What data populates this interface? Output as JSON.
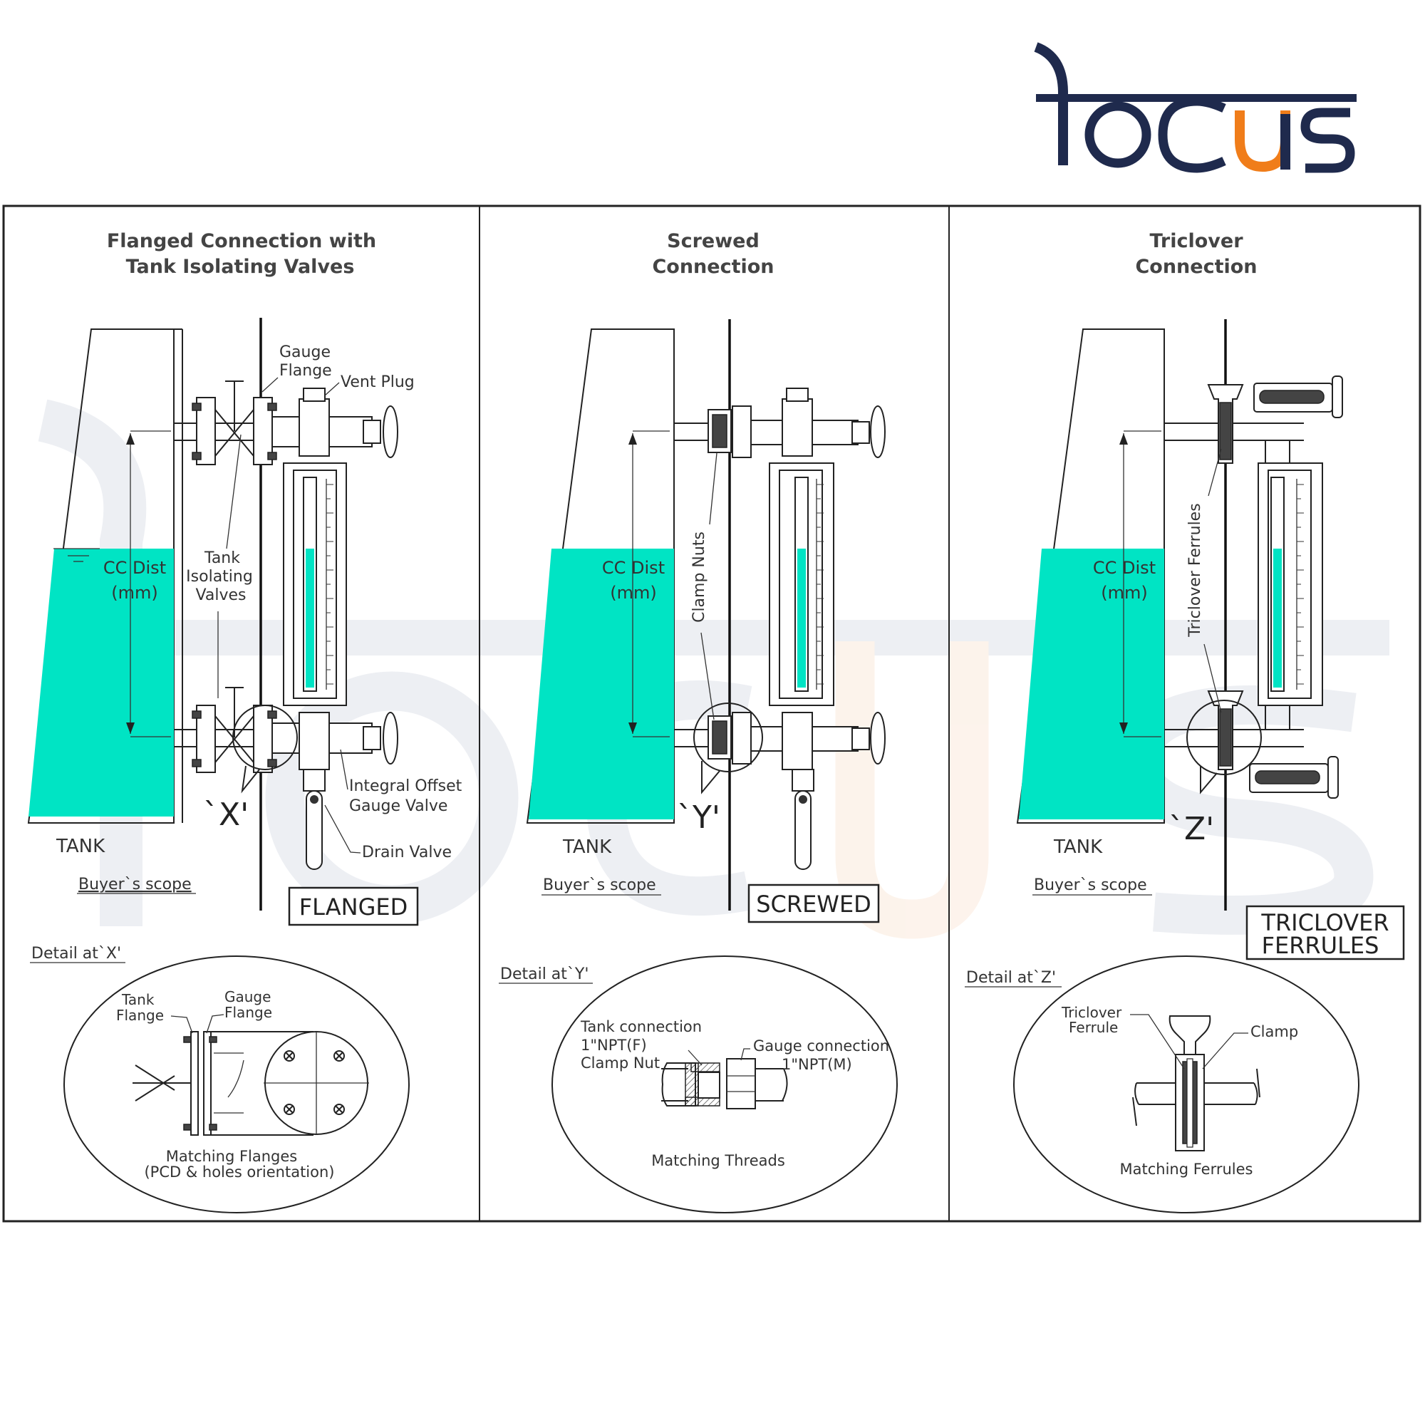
{
  "brand": {
    "logo_text": "locus",
    "navy": "#1f2a4d",
    "orange": "#f07d1a"
  },
  "colors": {
    "liquid": "#00e4c4",
    "line": "#222222",
    "watermark": "#dfe2ea"
  },
  "panels": [
    {
      "title_line1": "Flanged Connection with",
      "title_line2": "Tank Isolating Valves",
      "tank_label": "TANK",
      "buyer_scope": "Buyer`s scope",
      "cc_dist_1": "CC Dist",
      "cc_dist_2": "(mm)",
      "detail_marker": "`X'",
      "type_label": "FLANGED",
      "labels": {
        "gauge_flange_1": "Gauge",
        "gauge_flange_2": "Flange",
        "vent_plug": "Vent Plug",
        "tiv_1": "Tank",
        "tiv_2": "Isolating",
        "tiv_3": "Valves",
        "iogv_1": "Integral Offset",
        "iogv_2": "Gauge Valve",
        "drain_valve": "Drain Valve"
      },
      "detail": {
        "heading": "Detail at`X'",
        "tank_flange_1": "Tank",
        "tank_flange_2": "Flange",
        "gauge_flange_1": "Gauge",
        "gauge_flange_2": "Flange",
        "caption_1": "Matching Flanges",
        "caption_2": "(PCD & holes orientation)"
      }
    },
    {
      "title_line1": "Screwed",
      "title_line2": "Connection",
      "tank_label": "TANK",
      "buyer_scope": "Buyer`s scope",
      "cc_dist_1": "CC Dist",
      "cc_dist_2": "(mm)",
      "detail_marker": "`Y'",
      "type_label": "SCREWED",
      "labels": {
        "clamp_nuts": "Clamp Nuts"
      },
      "detail": {
        "heading": "Detail at`Y'",
        "tank_conn_1": "Tank connection",
        "tank_conn_2": "1\"NPT(F)",
        "tank_conn_3": "Clamp Nut",
        "gauge_conn_1": "Gauge connection",
        "gauge_conn_2": "1\"NPT(M)",
        "caption_1": "Matching Threads"
      }
    },
    {
      "title_line1": "Triclover",
      "title_line2": "Connection",
      "tank_label": "TANK",
      "buyer_scope": "Buyer`s scope",
      "cc_dist_1": "CC Dist",
      "cc_dist_2": "(mm)",
      "detail_marker": "`Z'",
      "type_label_1": "TRICLOVER",
      "type_label_2": "FERRULES",
      "labels": {
        "triclover_ferrules": "Triclover Ferrules"
      },
      "detail": {
        "heading": "Detail at`Z'",
        "ferrule_1": "Triclover",
        "ferrule_2": "Ferrule",
        "clamp": "Clamp",
        "caption_1": "Matching Ferrules"
      }
    }
  ]
}
